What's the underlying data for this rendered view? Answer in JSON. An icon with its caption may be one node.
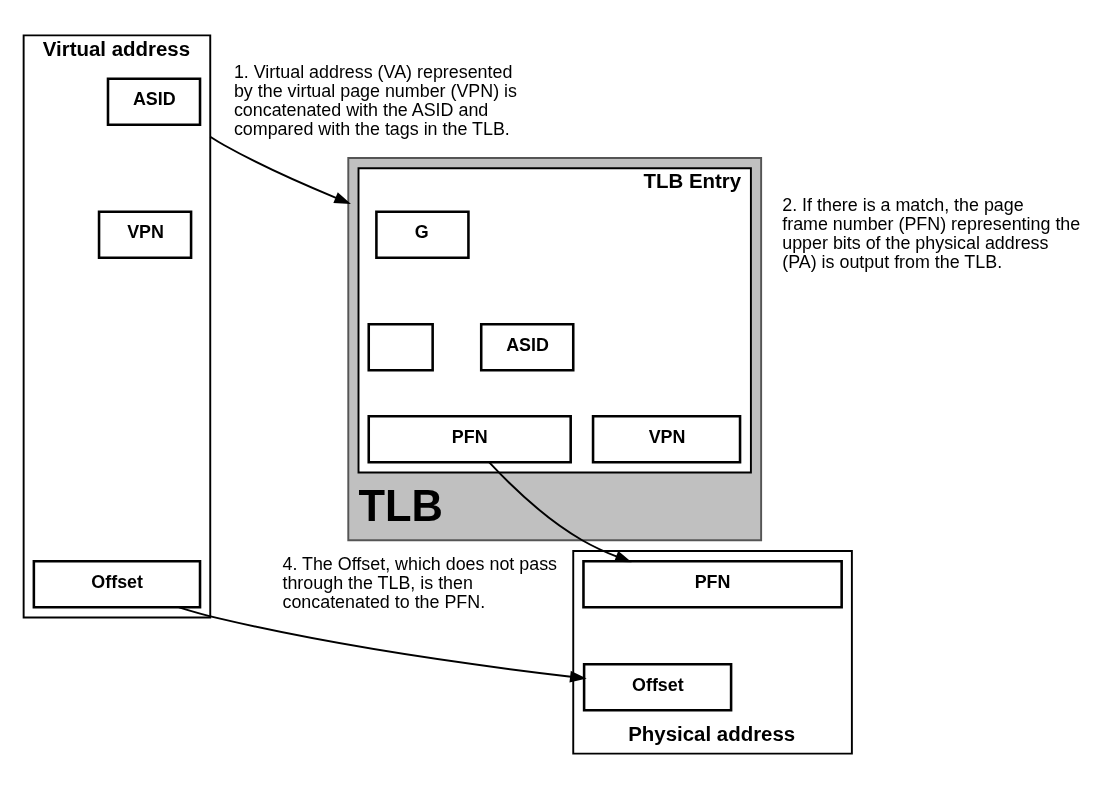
{
  "diagram": {
    "nodes": [
      {
        "text": [
          "Virtual address"
        ]
      },
      {
        "text": [
          "ASID"
        ],
        "in": 0
      },
      {
        "text": [
          "VPN"
        ],
        "in": 0
      },
      {
        "text": [
          "Offset"
        ],
        "in": 0
      },
      {
        "text": [
          "TLB"
        ]
      },
      {
        "text": [],
        "shape": "box",
        "in": 4,
        "beside": [
          "TLB Entry"
        ]
      },
      {
        "text": [
          "G"
        ],
        "in": 5
      },
      {
        "text": [
          "ASID"
        ],
        "in": 5
      },
      {
        "text": [
          "VPN"
        ],
        "in": 5
      },
      {
        "text": [],
        "shape": "box",
        "in": 5
      },
      {
        "text": [
          "PFN"
        ],
        "in": 5
      },
      {
        "text": [
          "Physical address"
        ]
      },
      {
        "text": [
          "PFN"
        ],
        "in": 11
      },
      {
        "text": [
          "Offset"
        ],
        "in": 11
      }
    ],
    "edges": [
      {
        "from": 0,
        "to": 4,
        "arrow": "to"
      },
      {
        "from": 3,
        "to": 13,
        "arrow": "to"
      },
      {
        "from": 10,
        "to": 12,
        "arrow": "to"
      }
    ],
    "labels": [
      "1. Virtual address (VA) represented by the virtual page number (VPN) is concatenated with the ASID and compared with the tags in the TLB.",
      "2. If there is a match, the page frame number (PFN) representing the upper bits of the physical address (PA) is output from the TLB.",
      "4. The Offset, which does not pass through the TLB, is then concatenated to the PFN."
    ]
  }
}
